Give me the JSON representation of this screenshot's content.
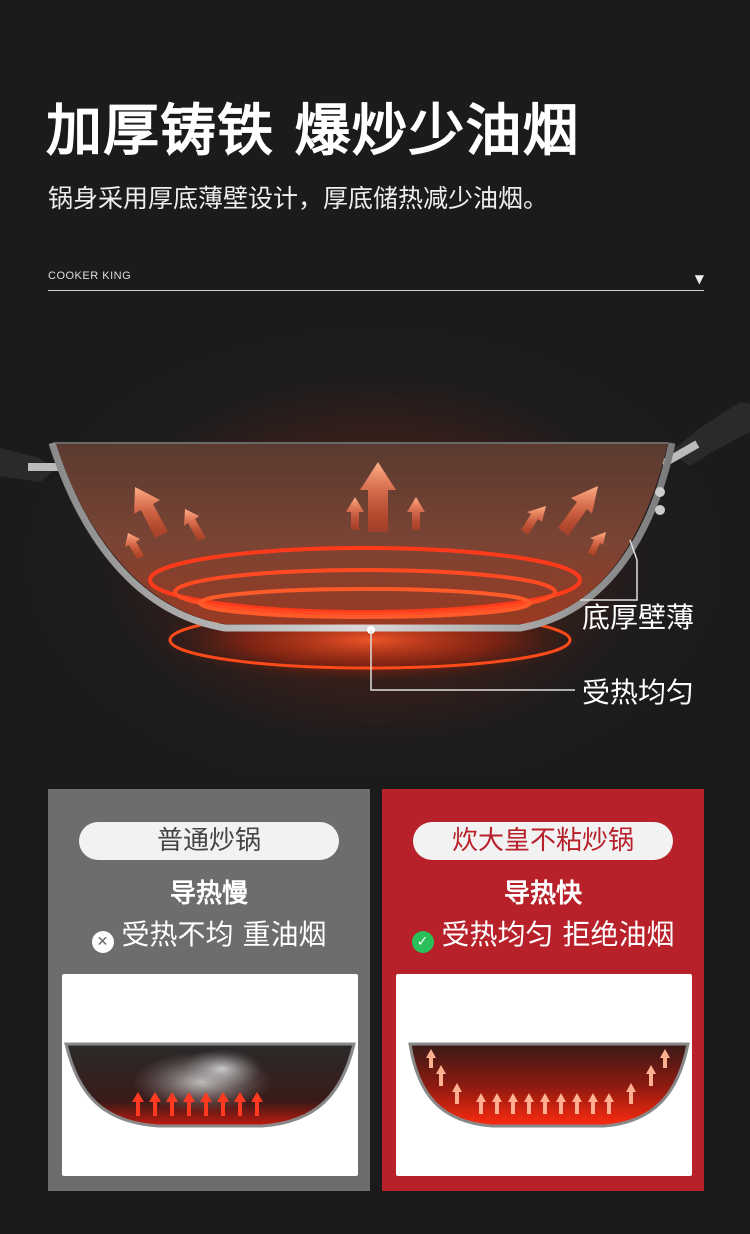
{
  "header": {
    "title": "加厚铸铁 爆炒少油烟",
    "subtitle": "锅身采用厚底薄壁设计，厚底储热减少油烟。",
    "brand": "COOKER KING",
    "brand_arrow_icon": "triangle-down-icon"
  },
  "callouts": {
    "wall": "底厚壁薄",
    "bottom": "受热均匀"
  },
  "comparison": {
    "normal": {
      "name": "普通炒锅",
      "speed": "导热慢",
      "feature": "受热不均 重油烟",
      "icon": "x-circle-icon",
      "color": "#6d6d6d"
    },
    "brand": {
      "name": "炊大皇不粘炒锅",
      "speed": "导热快",
      "feature": "受热均匀 拒绝油烟",
      "icon": "check-circle-icon",
      "color": "#b8202a"
    }
  },
  "colors": {
    "background": "#1c1b1c",
    "heat": "#ff3a1a",
    "accent_red": "#b8202a",
    "check_green": "#2bbf5a"
  }
}
